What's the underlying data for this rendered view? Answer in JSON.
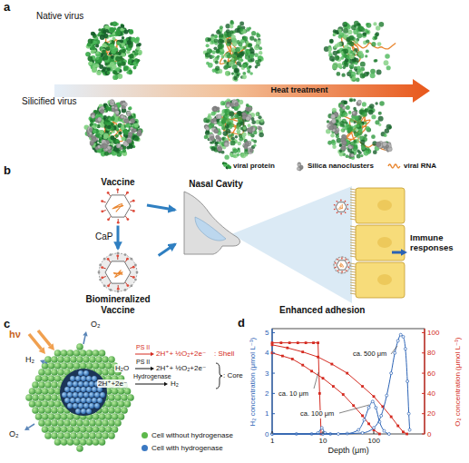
{
  "diagram": {
    "nodes": [
      {
        "text": [
          "Vaccine"
        ]
      },
      {
        "text": [
          "Biomineralized Vaccine"
        ]
      },
      {
        "text": [
          "Nasal Cavity"
        ]
      }
    ],
    "edges": [
      {
        "from": 0,
        "to": 1,
        "arrow": "to",
        "label": "CaP"
      },
      {
        "from": 0,
        "to": 2,
        "arrow": "to"
      },
      {
        "from": 1,
        "to": 2,
        "arrow": "to"
      }
    ],
    "labels": [
      "a",
      "Native virus",
      "Heat treatment",
      "Silicified virus",
      "b",
      "Immune responses",
      "Enhanced adhesion",
      "c",
      "hν",
      "O₂",
      "H₂",
      "PS II",
      "2H⁺+ ½O₂+2e⁻",
      ": Shell",
      "H₂O",
      "PS II",
      "2H⁺+ ½O₂+2e⁻",
      "2H⁺+2e⁻",
      "Hydrogenase",
      "H₂",
      ": Core",
      "O₂",
      "d",
      "0",
      "1",
      "2",
      "3",
      "4",
      "5",
      "0",
      "20",
      "40",
      "60",
      "80",
      "100",
      "1",
      "10",
      "100",
      "H₂ concentration (μmol L⁻¹)",
      "O₂ concentration (μmol L⁻¹)",
      "Depth (μm)",
      "ca. 10 μm",
      "ca. 100 μm",
      "ca. 500 μm"
    ],
    "legend": [
      {
        "text": "viral protein"
      },
      {
        "text": "Silica nanoclusters"
      },
      {
        "text": "viral RNA"
      },
      {
        "text": "Cell without hydrogenase",
        "color": "#5cb84a"
      },
      {
        "text": "Cell with hydrogenase",
        "color": "#3a78c2"
      }
    ]
  }
}
